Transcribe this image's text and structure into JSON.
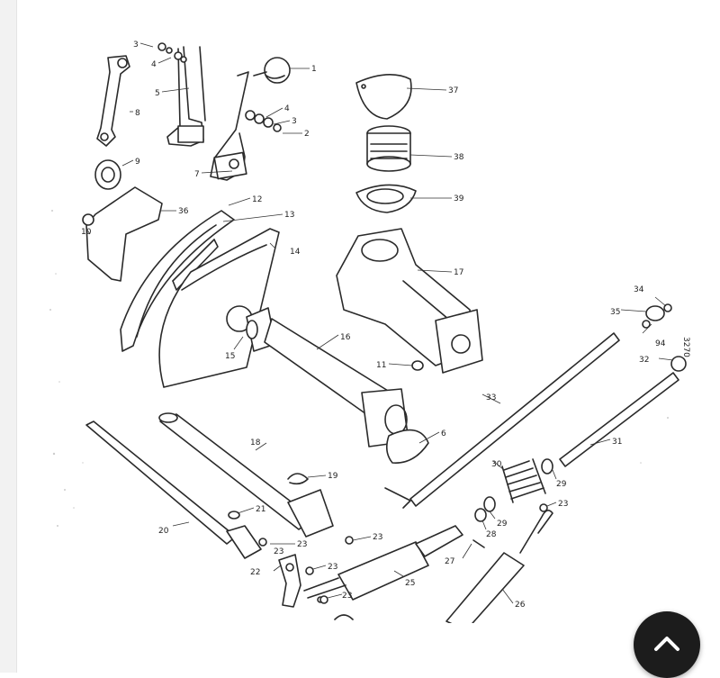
{
  "diagram": {
    "part_labels": [
      "1",
      "2",
      "3",
      "4",
      "5",
      "3",
      "4",
      "7",
      "8",
      "9",
      "10",
      "36",
      "12",
      "13",
      "14",
      "37",
      "38",
      "39",
      "17",
      "16",
      "15",
      "11",
      "6",
      "34",
      "35",
      "94",
      "32",
      "33",
      "31",
      "30",
      "29",
      "29",
      "28",
      "23",
      "18",
      "19",
      "21",
      "20",
      "22",
      "23",
      "23",
      "23",
      "23",
      "23",
      "25",
      "27",
      "26"
    ],
    "side_code": "3270"
  },
  "scroll_button": {
    "icon": "chevron-up-icon"
  }
}
